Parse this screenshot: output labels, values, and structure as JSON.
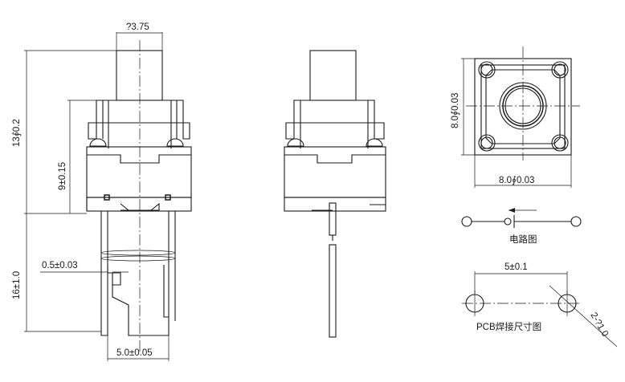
{
  "dimensions": {
    "plunger_diameter": "?3.75",
    "total_height": "13∮0.2",
    "body_height": "9±0.15",
    "lead_length": "16±1.0",
    "lead_thickness": "0.5±0.03",
    "lead_pitch": "5.0±0.05",
    "square_height": "8.0∮0.03",
    "square_width": "8.0∮0.03",
    "pcb_pitch": "5±0.1",
    "hole_diameter": "2-?1.0"
  },
  "labels": {
    "circuit": "电路图",
    "pcb_layout": "PCB焊接尺寸图"
  }
}
